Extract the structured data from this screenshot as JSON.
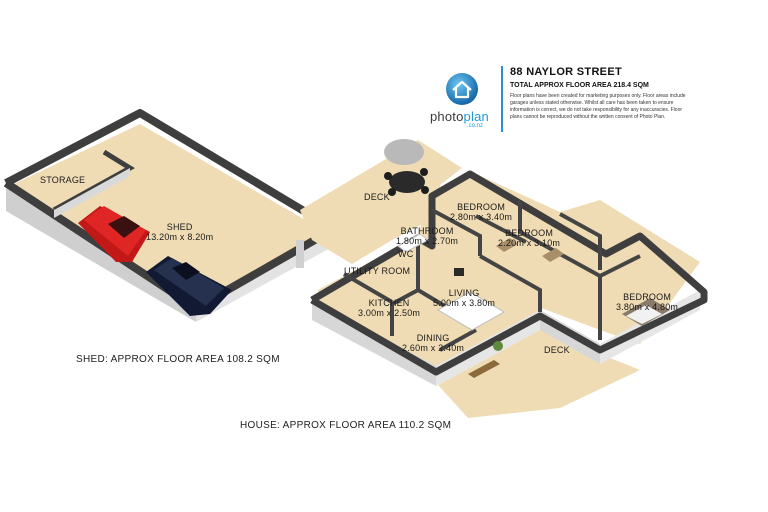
{
  "header": {
    "logo_word_photo": "photo",
    "logo_word_plan": "plan",
    "logo_domain": ".co.nz",
    "address": "88 NAYLOR STREET",
    "total_area": "TOTAL APPROX FLOOR AREA 218.4 SQM",
    "disclaimer": "Floor plans have been created for marketing purposes only. Floor areas include garages unless stated otherwise. Whilst all care has been taken to ensure information is correct, we do not take responsibility for any inaccuracies. Floor plans cannot be reproduced without the written consent of Photo Plan."
  },
  "rooms": {
    "storage": {
      "name": "STORAGE"
    },
    "shed": {
      "name": "SHED",
      "size": "13.20m x 8.20m"
    },
    "deck_top": {
      "name": "DECK"
    },
    "bathroom": {
      "name": "BATHROOM",
      "size": "1.80m x 2.70m"
    },
    "wc": {
      "name": "WC"
    },
    "utility": {
      "name": "UTILITY ROOM"
    },
    "bedroom1": {
      "name": "BEDROOM",
      "size": "2.80m x 3.40m"
    },
    "bedroom2": {
      "name": "BEDROOM",
      "size": "2.20m x 3.10m"
    },
    "bedroom3": {
      "name": "BEDROOM",
      "size": "3.80m x 4.80m"
    },
    "living": {
      "name": "LIVING",
      "size": "5.00m x 3.80m"
    },
    "kitchen": {
      "name": "KITCHEN",
      "size": "3.00m x 2.50m"
    },
    "dining": {
      "name": "DINING",
      "size": "2.60m x 2.40m"
    },
    "deck_bottom": {
      "name": "DECK"
    }
  },
  "captions": {
    "shed_area": "SHED: APPROX FLOOR AREA 108.2 SQM",
    "house_area": "HOUSE: APPROX FLOOR AREA 110.2 SQM"
  },
  "colors": {
    "floor": "#efdcb4",
    "wall_top": "#4a4a4a",
    "wall_side": "#d9d9d9",
    "brand_blue": "#1e9ad6",
    "red_car": "#d41d1d",
    "navy_car": "#1d2540"
  }
}
